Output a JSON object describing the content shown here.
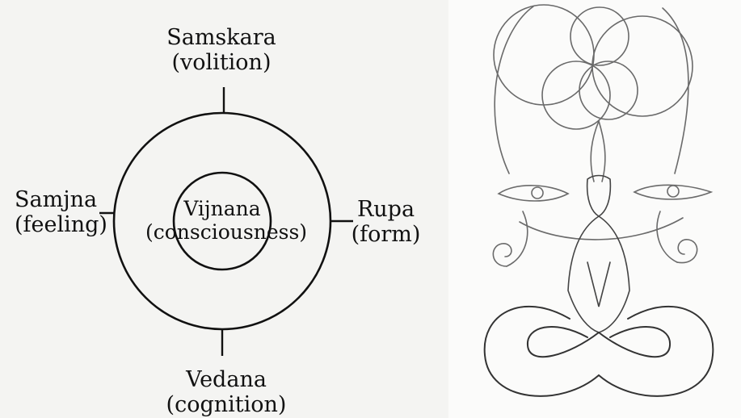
{
  "diagram": {
    "center": {
      "name": "Vijnana",
      "gloss": "(consciousness)"
    },
    "top": {
      "name": "Samskara",
      "gloss": "(volition)"
    },
    "left": {
      "name": "Samjna",
      "gloss": "(feeling)"
    },
    "right": {
      "name": "Rupa",
      "gloss": "(form)"
    },
    "bottom": {
      "name": "Vedana",
      "gloss": "(cognition)"
    },
    "ink_color": "#111111",
    "paper_color": "#f4f4f2"
  },
  "illustration": {
    "subject": "pencil sketch of seated meditating figure with eyes, spirals and overlapping circles",
    "ink_color": "#6a6a6a"
  }
}
